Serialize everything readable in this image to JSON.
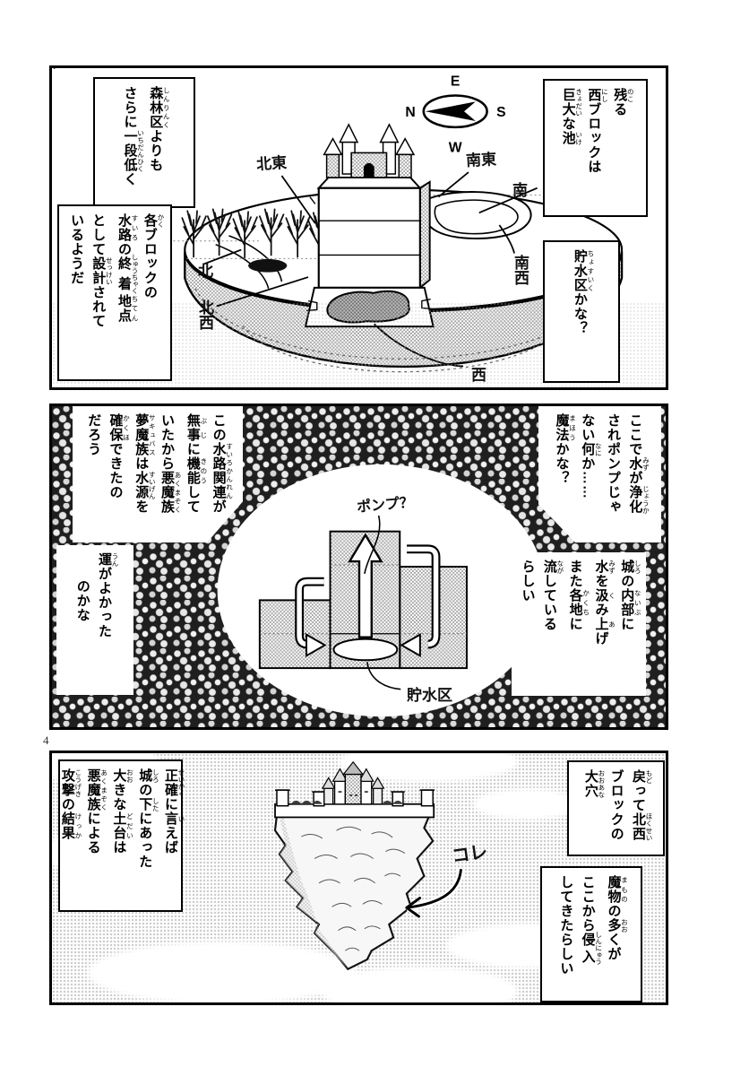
{
  "page": {
    "number": "4"
  },
  "colors": {
    "ink": "#000000",
    "paper": "#ffffff",
    "panel2_background": "#1f1f1f",
    "tone_gray": "#a8a8a8"
  },
  "panel1": {
    "compass": {
      "top": "E",
      "left": "N",
      "right": "S",
      "bottom": "W"
    },
    "direction_labels": {
      "ne": "北東",
      "se": "南東",
      "s": "南",
      "sw": "南西",
      "w": "西",
      "n": "北",
      "nw": "北西"
    },
    "bubbles": [
      {
        "name": "forest-district-lower",
        "lines": [
          [
            {
              "t": "森林区",
              "r": "しんりんく"
            },
            {
              "t": "よりも"
            }
          ],
          [
            {
              "t": "さらに"
            },
            {
              "t": "一段低",
              "r": "いちだんひく"
            },
            {
              "t": "く"
            }
          ]
        ]
      },
      {
        "name": "waterway-terminus",
        "lines": [
          [
            {
              "t": "各",
              "r": "かく"
            },
            {
              "t": "ブロックの"
            }
          ],
          [
            {
              "t": "水路",
              "r": "すいろ"
            },
            {
              "t": "の"
            },
            {
              "t": "終着",
              "r": "しゅうちゃく"
            },
            {
              "t": "地点",
              "r": "ちてん"
            }
          ],
          [
            {
              "t": "として"
            },
            {
              "t": "設計",
              "r": "せっけい"
            },
            {
              "t": "されて"
            }
          ],
          [
            {
              "t": "いるようだ"
            }
          ]
        ]
      },
      {
        "name": "west-block-pond",
        "lines": [
          [
            {
              "t": "残",
              "r": "のこ"
            },
            {
              "t": "る"
            }
          ],
          [
            {
              "t": "西",
              "r": "にし"
            },
            {
              "t": "ブロックは"
            }
          ],
          [
            {
              "t": "巨大",
              "r": "きょだい"
            },
            {
              "t": "な"
            },
            {
              "t": "池",
              "r": "いけ"
            }
          ]
        ]
      },
      {
        "name": "reservoir-question",
        "lines": [
          [
            {
              "t": "貯水区",
              "r": "ちょすいく"
            },
            {
              "t": "かな？"
            }
          ]
        ]
      }
    ]
  },
  "panel2": {
    "diagram_labels": {
      "pump": "ポンプ？",
      "reservoir": "貯水区"
    },
    "bubbles": [
      {
        "name": "water-purified-here",
        "lines": [
          [
            {
              "t": "ここで"
            },
            {
              "t": "水",
              "r": "みず"
            },
            {
              "t": "が"
            },
            {
              "t": "浄化",
              "r": "じょうか"
            }
          ],
          [
            {
              "t": "されポンプじゃ"
            }
          ],
          [
            {
              "t": "ない"
            },
            {
              "t": "何",
              "r": "なに"
            },
            {
              "t": "か……"
            }
          ],
          [
            {
              "t": "魔法",
              "r": "まほう"
            },
            {
              "t": "かな？"
            }
          ]
        ]
      },
      {
        "name": "castle-interior-pumping",
        "lines": [
          [
            {
              "t": "城",
              "r": "しろ"
            },
            {
              "t": "の"
            },
            {
              "t": "内部",
              "r": "ないぶ"
            },
            {
              "t": "に"
            }
          ],
          [
            {
              "t": "水",
              "r": "みず"
            },
            {
              "t": "を"
            },
            {
              "t": "汲",
              "r": "く"
            },
            {
              "t": "み"
            },
            {
              "t": "上",
              "r": "あ"
            },
            {
              "t": "げ"
            }
          ],
          [
            {
              "t": "また"
            },
            {
              "t": "各地",
              "r": "かくち"
            },
            {
              "t": "に"
            }
          ],
          [
            {
              "t": "流",
              "r": "なが"
            },
            {
              "t": "している"
            }
          ],
          [
            {
              "t": "らしい"
            }
          ]
        ]
      },
      {
        "name": "waterway-functioning",
        "lines": [
          [
            {
              "t": "この"
            },
            {
              "t": "水路関連",
              "r": "すいろかんれん"
            },
            {
              "t": "が"
            }
          ],
          [
            {
              "t": "無事",
              "r": "ぶじ"
            },
            {
              "t": "に"
            },
            {
              "t": "機能",
              "r": "きのう"
            },
            {
              "t": "して"
            }
          ],
          [
            {
              "t": "いたから"
            },
            {
              "t": "悪魔族",
              "r": "あくまぞく"
            }
          ],
          [
            {
              "t": "夢魔族",
              "r": "サキュバス"
            },
            {
              "t": "は"
            },
            {
              "t": "水源",
              "r": "すいげん"
            },
            {
              "t": "を"
            }
          ],
          [
            {
              "t": "確保",
              "r": "かくほ"
            },
            {
              "t": "できたの"
            }
          ],
          [
            {
              "t": "だろう"
            }
          ]
        ]
      },
      {
        "name": "lucky-maybe",
        "lines": [
          [
            {
              "t": "運",
              "r": "うん"
            },
            {
              "t": "がよかった"
            }
          ],
          [
            {
              "t": "のかな"
            }
          ]
        ]
      }
    ]
  },
  "panel3": {
    "annotation": "コレ",
    "bubbles": [
      {
        "name": "northwest-big-hole",
        "lines": [
          [
            {
              "t": "戻",
              "r": "もど"
            },
            {
              "t": "って"
            },
            {
              "t": "北西",
              "r": "ほくせい"
            }
          ],
          [
            {
              "t": "ブロックの"
            }
          ],
          [
            {
              "t": "大穴",
              "r": "おおあな"
            }
          ]
        ]
      },
      {
        "name": "monsters-invaded",
        "lines": [
          [
            {
              "t": "魔物",
              "r": "まもの"
            },
            {
              "t": "の"
            },
            {
              "t": "多",
              "r": "おお"
            },
            {
              "t": "くが"
            }
          ],
          [
            {
              "t": "ここから"
            },
            {
              "t": "侵入",
              "r": "しんにゅう"
            }
          ],
          [
            {
              "t": "してきたらしい"
            }
          ]
        ]
      },
      {
        "name": "attack-result",
        "lines": [
          [
            {
              "t": "正確",
              "r": "せいかく"
            },
            {
              "t": "に"
            },
            {
              "t": "言",
              "r": "い"
            },
            {
              "t": "えば"
            }
          ],
          [
            {
              "t": "城",
              "r": "しろ"
            },
            {
              "t": "の"
            },
            {
              "t": "下",
              "r": "した"
            },
            {
              "t": "にあった"
            }
          ],
          [
            {
              "t": "大",
              "r": "おお"
            },
            {
              "t": "きな"
            },
            {
              "t": "土台",
              "r": "どだい"
            },
            {
              "t": "は"
            }
          ],
          [
            {
              "t": "悪魔族",
              "r": "あくまぞく"
            },
            {
              "t": "による"
            }
          ],
          [
            {
              "t": "攻撃",
              "r": "こうげき"
            },
            {
              "t": "の"
            },
            {
              "t": "結果",
              "r": "けっか"
            }
          ]
        ]
      }
    ]
  }
}
